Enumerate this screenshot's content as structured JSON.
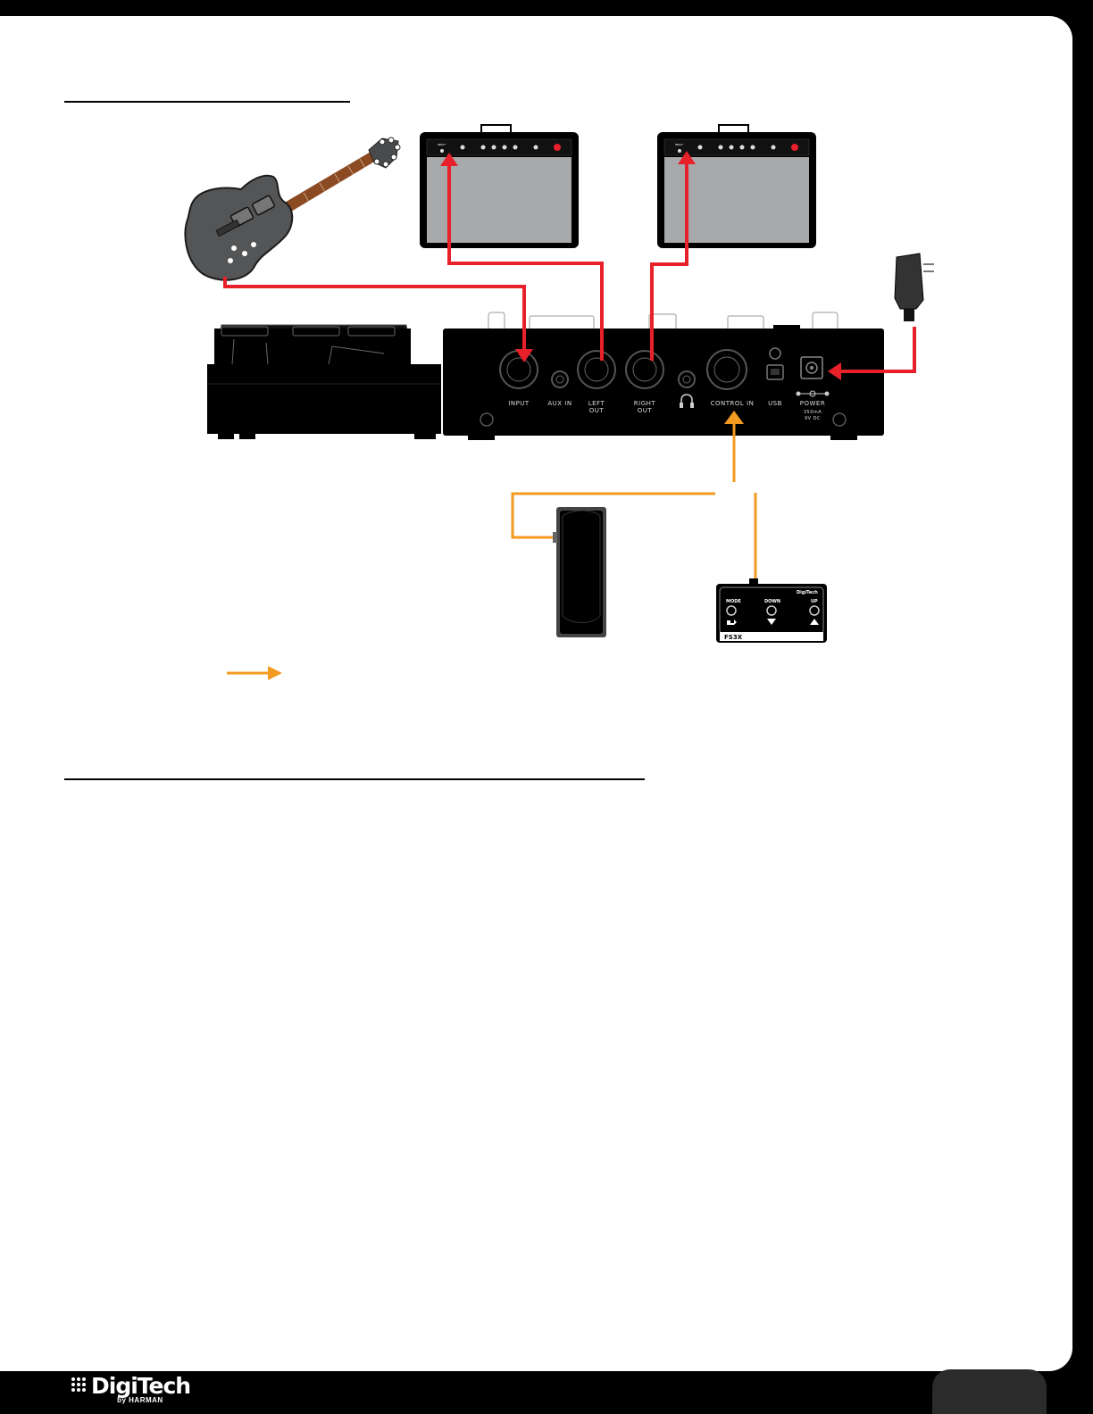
{
  "rear_panel": {
    "labels": {
      "input": "INPUT",
      "aux_in": "AUX IN",
      "left_out_1": "LEFT",
      "left_out_2": "OUT",
      "right_out_1": "RIGHT",
      "right_out_2": "OUT",
      "control_in": "CONTROL IN",
      "usb": "USB",
      "power": "POWER",
      "power_rating_1": "350mA",
      "power_rating_2": "9V DC"
    }
  },
  "amps": {
    "input_label": "INPUT"
  },
  "footswitch": {
    "brand": "DigiTech",
    "model": "FS3X",
    "mode": "MODE",
    "down": "DOWN",
    "up": "UP"
  },
  "footer": {
    "logo_text": "DigiTech",
    "logo_by": "by HARMAN"
  },
  "colors": {
    "audio_cable": "#e8202a",
    "control_cable": "#f39a21",
    "guitar_body": "#545557",
    "panel": "#000000",
    "amp_grille": "#a7a9ab"
  }
}
